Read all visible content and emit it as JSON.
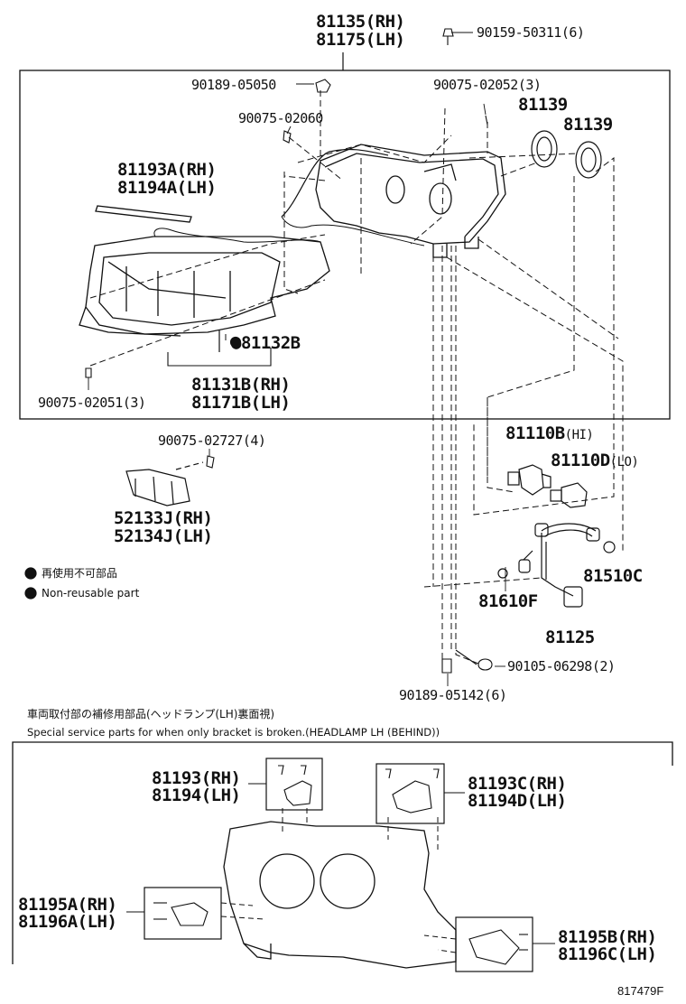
{
  "diagram": {
    "top_labels": {
      "p81135": "81135(RH)",
      "p81175": "81175(LH)",
      "p90159": "90159-50311(6)",
      "p90189a": "90189-05050",
      "p90075a": "90075-02052(3)",
      "p90075b": "90075-02060",
      "p81139a": "81139",
      "p81139b": "81139",
      "p81193A": "81193A(RH)",
      "p81194A": "81194A(LH)",
      "p81132B": "●81132B",
      "p81131B": "81131B(RH)",
      "p81171B": "81171B(LH)",
      "p90075c": "90075-02051(3)"
    },
    "mid_labels": {
      "p90075d": "90075-02727(4)",
      "p52133J": "52133J(RH)",
      "p52134J": "52134J(LH)",
      "p81110B": "81110B",
      "p81110B_s": "(HI)",
      "p81110D": "81110D",
      "p81110D_s": "(LO)",
      "p81510C": "81510C",
      "p81610F": "81610F",
      "p81125": "81125",
      "p90105": "90105-06298(2)",
      "p90189b": "90189-05142(6)"
    },
    "legend": {
      "jp": "再使用不可部品",
      "en": "Non-reusable part"
    },
    "special": {
      "jp": "車両取付部の補修用部品(ヘッドランプ(LH)裏面視)",
      "en": "Special service parts for when only bracket is broken.(HEADLAMP LH (BEHIND))"
    },
    "bottom_labels": {
      "p81193": "81193(RH)",
      "p81194": "81194(LH)",
      "p81193C": "81193C(RH)",
      "p81194D": "81194D(LH)",
      "p81195A": "81195A(RH)",
      "p81196A": "81196A(LH)",
      "p81195B": "81195B(RH)",
      "p81196C": "81196C(LH)"
    },
    "figure_code": "817479F"
  }
}
